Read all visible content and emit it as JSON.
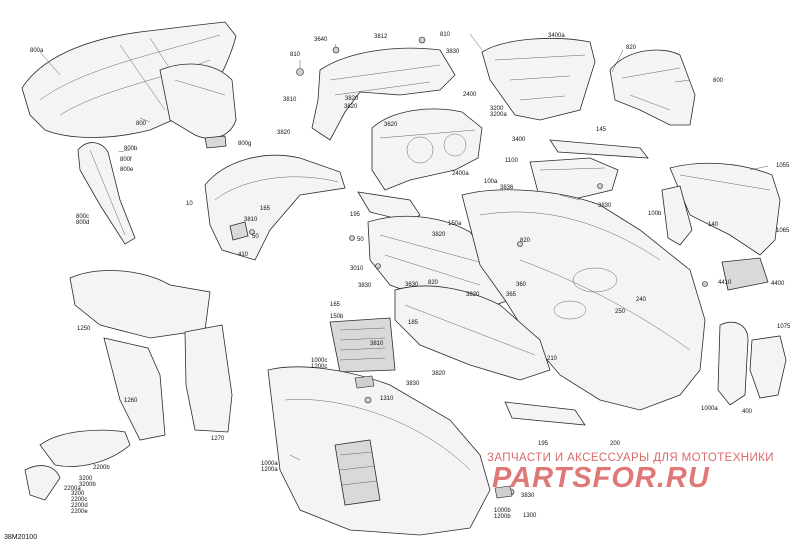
{
  "diagram_id": "38M20100",
  "watermark": {
    "tagline": "ЗАПЧАСТИ И АКСЕССУАРЫ ДЛЯ МОТОТЕХНИКИ",
    "logo": "PARTSFOR.RU"
  },
  "labels": [
    "800a",
    "800",
    "800b",
    "800f",
    "800e",
    "800c\n800d",
    "800g",
    "10",
    "165",
    "3810",
    "50",
    "410",
    "3640",
    "810",
    "3810",
    "3820",
    "3812",
    "810",
    "3820",
    "3830",
    "3820",
    "3620",
    "2400",
    "3400a",
    "3400",
    "3200\n3200a",
    "820",
    "600",
    "145",
    "1100",
    "3836",
    "100a",
    "2400a",
    "3830",
    "1055",
    "195",
    "3820",
    "150a",
    "820",
    "50",
    "3010",
    "140",
    "1065",
    "100b",
    "3830",
    "3630",
    "820",
    "3820",
    "360",
    "365",
    "240",
    "4410",
    "4400",
    "250",
    "165",
    "150b",
    "185",
    "3810",
    "1000c\n1200c",
    "3820",
    "3830",
    "210",
    "1310",
    "1075",
    "1250",
    "1260",
    "1270",
    "1000a",
    "400",
    "1000a\n1200a",
    "3200\n3200b",
    "2200b",
    "2200a",
    "3200\n2200c\n2200d\n2200e",
    "195",
    "200",
    "3830",
    "1000b\n1200b",
    "1300"
  ]
}
